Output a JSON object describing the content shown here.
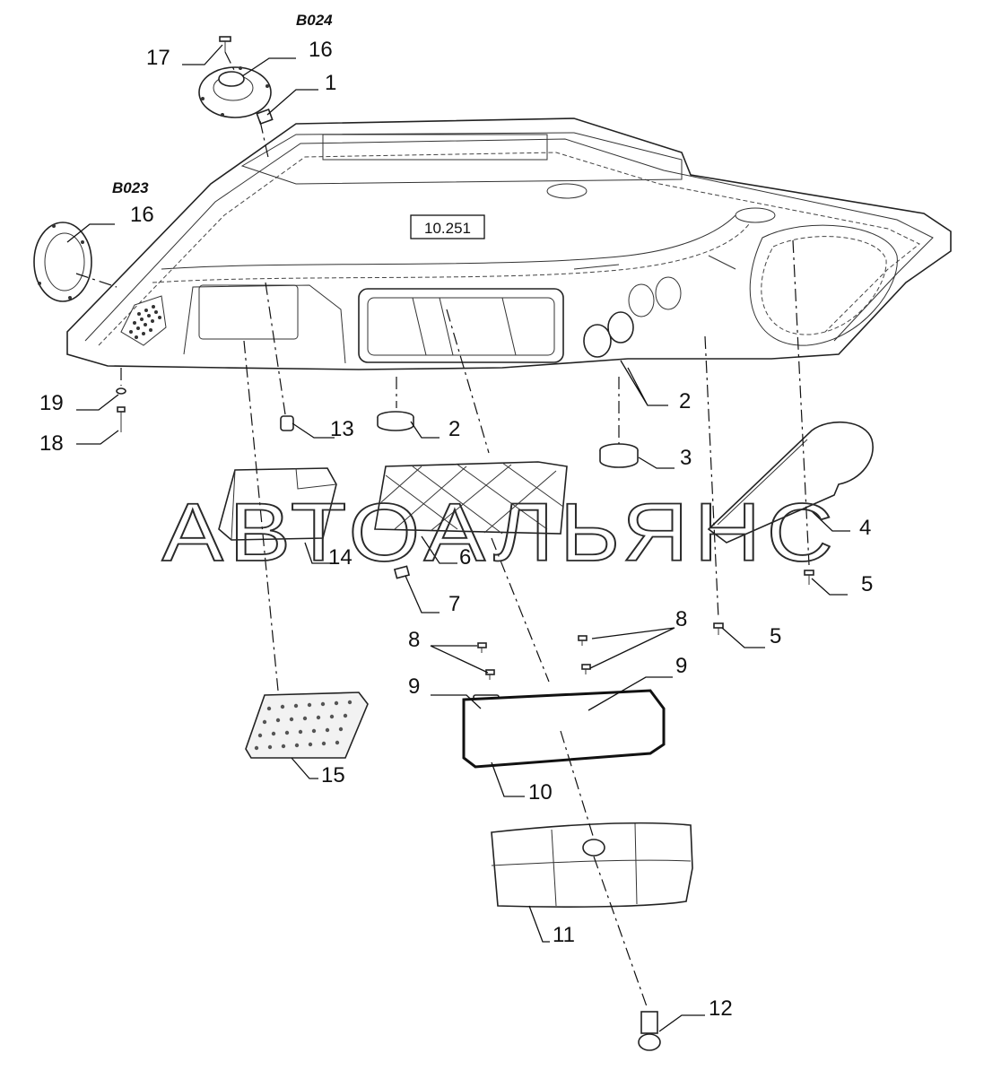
{
  "diagram": {
    "assembly_codes": {
      "upper_speaker": "B024",
      "left_speaker": "B023"
    },
    "reference_box": "10.251",
    "watermark": "АВТОАЛЬЯНС",
    "callouts": {
      "c1": "1",
      "c2a": "2",
      "c2b": "2",
      "c3": "3",
      "c4": "4",
      "c5a": "5",
      "c5b": "5",
      "c6": "6",
      "c7": "7",
      "c8a": "8",
      "c8b": "8",
      "c9a": "9",
      "c9b": "9",
      "c10": "10",
      "c11": "11",
      "c12": "12",
      "c13": "13",
      "c14": "14",
      "c15": "15",
      "c16a": "16",
      "c16b": "16",
      "c17": "17",
      "c18": "18",
      "c19": "19"
    }
  }
}
